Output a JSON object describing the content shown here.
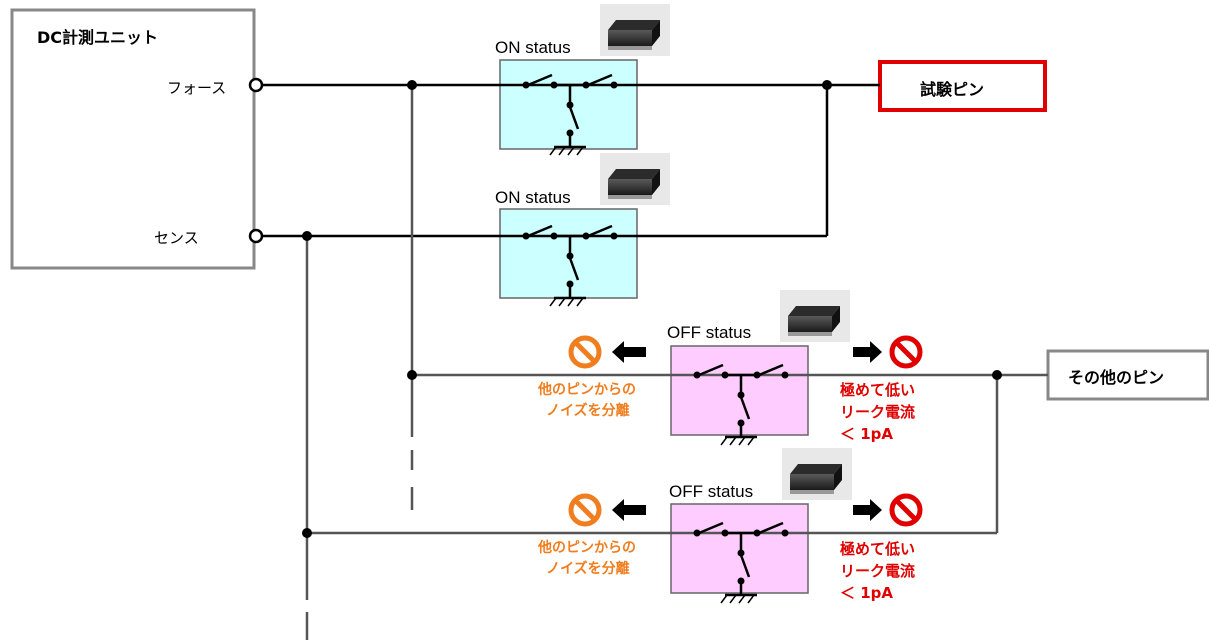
{
  "dc_unit": {
    "title": "DC計測ユニット",
    "force_label": "フォース",
    "sense_label": "センス"
  },
  "relays": [
    {
      "status": "ON status"
    },
    {
      "status": "ON status"
    },
    {
      "status": "OFF status"
    },
    {
      "status": "OFF status"
    }
  ],
  "pins": {
    "test_pin": "試験ピン",
    "other_pins": "その他のピン"
  },
  "annotations": {
    "noise_isolation": [
      "他のピンからの",
      "ノイズを分離"
    ],
    "low_leakage": [
      "極めて低い",
      "リーク電流",
      "＜ 1pA"
    ]
  },
  "colors": {
    "on_relay_fill": "#ccffff",
    "off_relay_fill": "#ffccff",
    "test_pin_border": "#e00000",
    "prohibit_orange": "#f07d1e",
    "prohibit_red": "#e00000",
    "box_gray": "#888888"
  },
  "icons": [
    "relay-package-icon",
    "prohibited-icon",
    "arrow-left-icon",
    "arrow-right-icon",
    "ground-icon"
  ]
}
